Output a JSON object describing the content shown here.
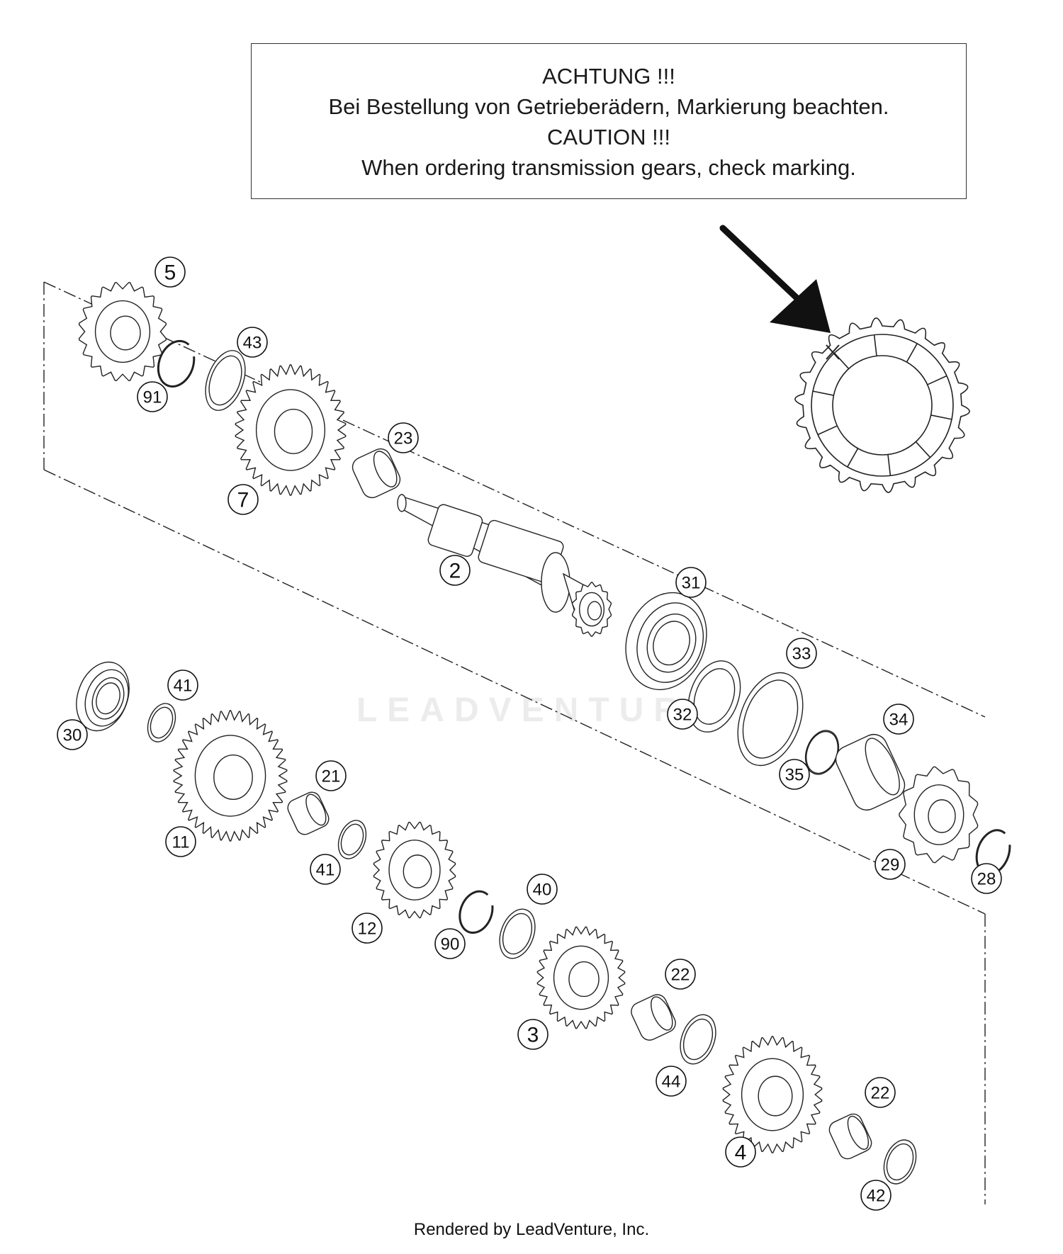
{
  "notice": {
    "line1": "ACHTUNG !!!",
    "line2": "Bei Bestellung von Getrieberädern, Markierung beachten.",
    "line3": "CAUTION !!!",
    "line4": "When ordering transmission gears, check marking."
  },
  "callouts": [
    {
      "id": "5"
    },
    {
      "id": "43"
    },
    {
      "id": "91"
    },
    {
      "id": "7"
    },
    {
      "id": "23"
    },
    {
      "id": "2"
    },
    {
      "id": "31"
    },
    {
      "id": "33"
    },
    {
      "id": "32"
    },
    {
      "id": "41"
    },
    {
      "id": "30"
    },
    {
      "id": "11"
    },
    {
      "id": "21"
    },
    {
      "id": "41"
    },
    {
      "id": "12"
    },
    {
      "id": "34"
    },
    {
      "id": "35"
    },
    {
      "id": "29"
    },
    {
      "id": "28"
    },
    {
      "id": "40"
    },
    {
      "id": "90"
    },
    {
      "id": "22"
    },
    {
      "id": "3"
    },
    {
      "id": "44"
    },
    {
      "id": "22"
    },
    {
      "id": "4"
    },
    {
      "id": "42"
    }
  ],
  "watermark": "LEADVENTURE",
  "footer": "Rendered by LeadVenture, Inc.",
  "colors": {
    "line": "#111111",
    "watermark": "#ececec"
  }
}
